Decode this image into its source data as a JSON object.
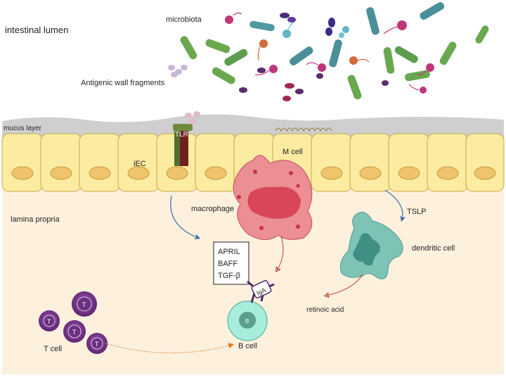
{
  "labels": {
    "intestinal_lumen": "intestinal lumen",
    "microbiota": "microbiota",
    "antigenic_wall_fragments": "Antigenic wall fragments",
    "mucus_layer": "mucus layer",
    "tlr": "TLR",
    "iec": "iEC",
    "m_cell": "M cell",
    "lamina_propria": "lamina propria",
    "macrophage": "macrophage",
    "tslp": "TSLP",
    "dendritic_cell": "dendritic cell",
    "cytokines": [
      "APRIL",
      "BAFF",
      "TGF-β"
    ],
    "iga": "IgA",
    "b_letter": "B",
    "b_cell": "B cell",
    "retinoic_acid": "retinoic acid",
    "t_letter": "T",
    "t_cell": "T cell"
  },
  "colors": {
    "lamina_propria": "#fdf1de",
    "mucus": "#cfcfcf",
    "epithelium": "#fbeca2",
    "nucleus": "#efc46c",
    "macrophage": "#ec8f95",
    "macrophage_nucleus": "#d9465a",
    "dendritic_cell": "#7ec4b6",
    "dendritic_nucleus": "#3f8f85",
    "b_cell": "#a8eddc",
    "t_cell": "#7b3a8c",
    "tlr": "#6e8b3d",
    "arrow_blue": "#3b6ea5",
    "arrow_red": "#c0392b",
    "arrow_orange": "#e67e22"
  }
}
